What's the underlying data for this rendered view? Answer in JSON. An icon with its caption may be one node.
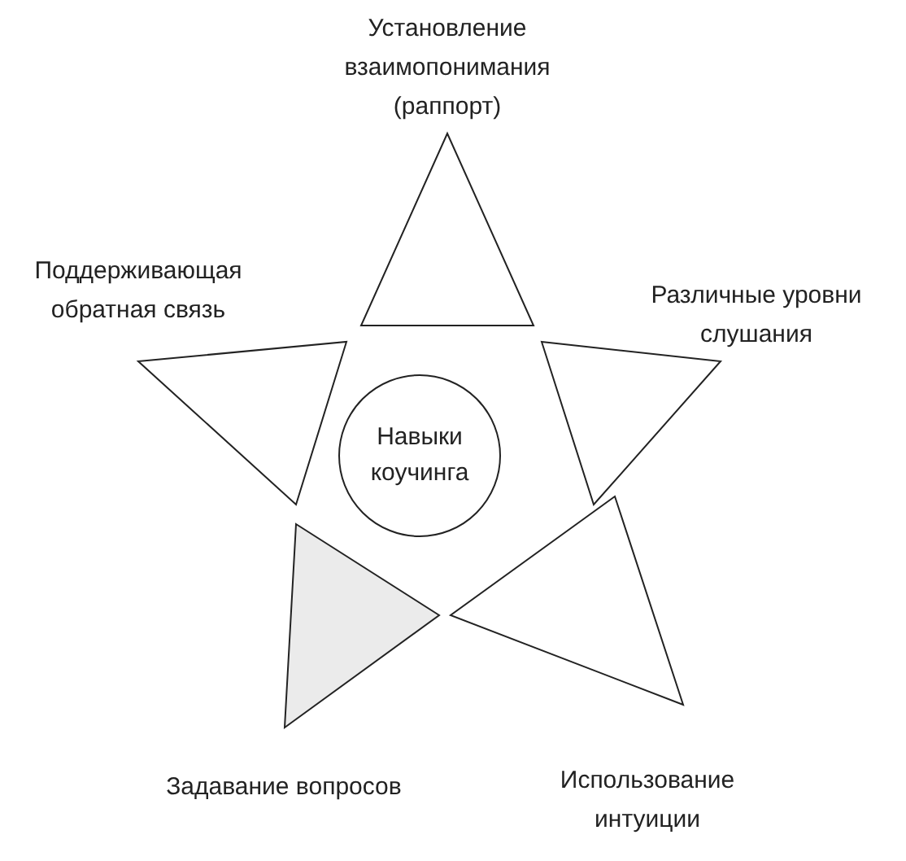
{
  "diagram": {
    "nodes": [
      {
        "text": [
          "Навыки коучинга"
        ]
      },
      {
        "text": [
          "Установление взаимопонимания (раппорт)"
        ]
      },
      {
        "text": [
          "Различные уровни слушания"
        ]
      },
      {
        "text": [
          "Использование интуиции"
        ]
      },
      {
        "text": [
          "Задавание вопросов"
        ]
      },
      {
        "text": [
          "Поддерживающая обратная связь"
        ]
      }
    ],
    "edges": []
  }
}
